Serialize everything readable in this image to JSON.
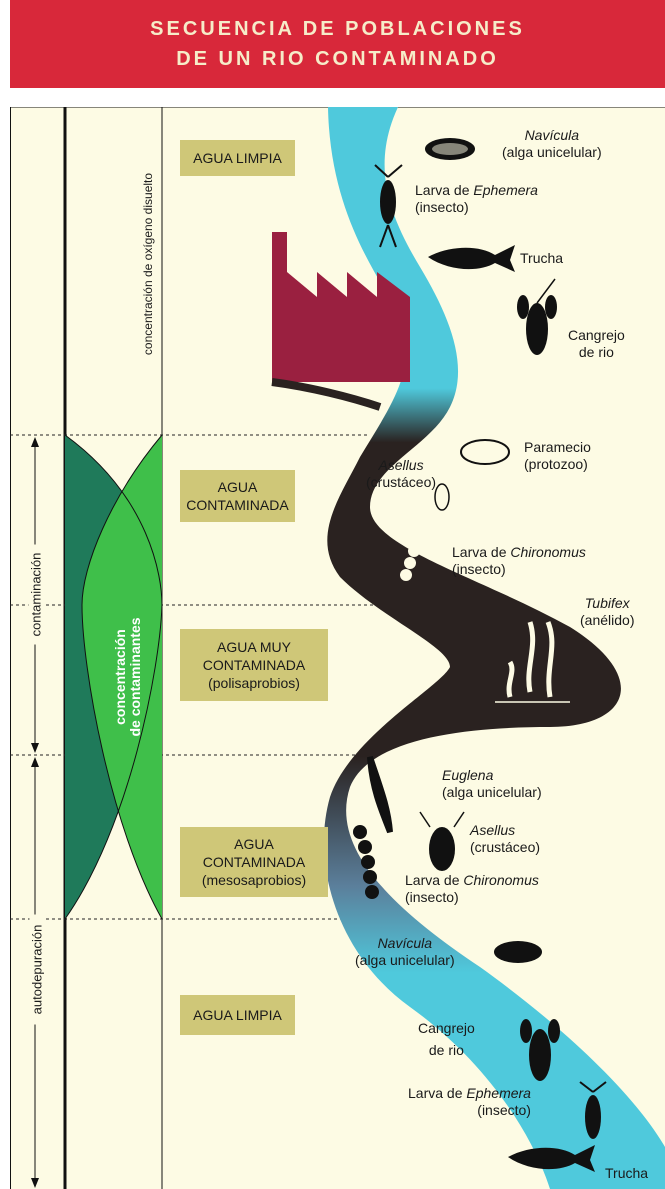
{
  "header": {
    "title_line1": "SECUENCIA DE POBLACIONES",
    "title_line2": "DE UN RIO CONTAMINADO"
  },
  "axes": {
    "oxygen": "concentración de oxígeno disuelto",
    "contaminants_line1": "concentración",
    "contaminants_line2": "de contaminantes",
    "contamination": "contaminación",
    "selfpurification": "autodepuración"
  },
  "zones": {
    "z1": "AGUA LIMPIA",
    "z2_l1": "AGUA",
    "z2_l2": "CONTAMINADA",
    "z3_l1": "AGUA MUY",
    "z3_l2": "CONTAMINADA",
    "z3_l3": "(polisaprobios)",
    "z4_l1": "AGUA",
    "z4_l2": "CONTAMINADA",
    "z4_l3": "(mesosaprobios)",
    "z5": "AGUA LIMPIA"
  },
  "organisms": {
    "navicula1_name": "Navícula",
    "navicula1_desc": "(alga unicelular)",
    "ephemera1_pre": "Larva de ",
    "ephemera1_name": "Ephemera",
    "ephemera1_desc": "(insecto)",
    "trucha1": "Trucha",
    "cangrejo1_l1": "Cangrejo",
    "cangrejo1_l2": "de rio",
    "paramecio_l1": "Paramecio",
    "paramecio_l2": "(protozoo)",
    "asellus1_name": "Asellus",
    "asellus1_desc": "(crustáceo)",
    "chironomus1_pre": "Larva de ",
    "chironomus1_name": "Chironomus",
    "chironomus1_desc": "(insecto)",
    "tubifex_name": "Tubifex",
    "tubifex_desc": "(anélido)",
    "euglena_name": "Euglena",
    "euglena_desc": "(alga unicelular)",
    "asellus2_name": "Asellus",
    "asellus2_desc": "(crustáceo)",
    "chironomus2_pre": "Larva de ",
    "chironomus2_name": "Chironomus",
    "chironomus2_desc": "(insecto)",
    "navicula2_name": "Navícula",
    "navicula2_desc": "(alga unicelular)",
    "cangrejo2_l1": "Cangrejo",
    "cangrejo2_l2": "de rio",
    "ephemera2_pre": "Larva de ",
    "ephemera2_name": "Ephemera",
    "ephemera2_desc": "(insecto)",
    "trucha2": "Trucha"
  },
  "colors": {
    "header": "#d8283a",
    "header_text": "#f6ecc9",
    "background": "#fdfbe4",
    "clean_water": "#4fc9dc",
    "polluted_water": "#2a2220",
    "zone_box": "#cfc778",
    "oxygen_band": "#1f7a5a",
    "contaminant_band": "#3fbf4a",
    "factory": "#9a2040"
  }
}
